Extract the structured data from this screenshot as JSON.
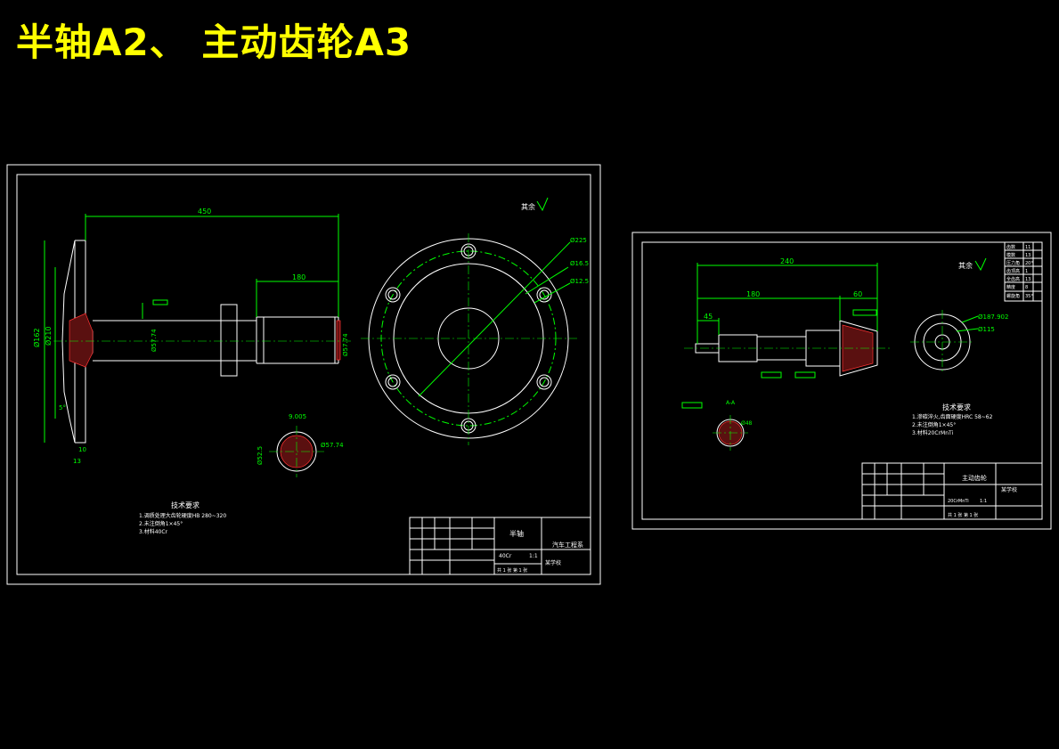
{
  "title": "半轴A2、 主动齿轮A3",
  "colors": {
    "background": "#000000",
    "title": "#ffff00",
    "frame": "#ffffff",
    "lines": "#00ff00",
    "hatch": "#ff3333"
  },
  "drawing1": {
    "dim_total": "450",
    "dim_spline": "180",
    "dim_d1": "Ø57.74",
    "dim_d2": "Ø57.74",
    "dim_flange": "Ø162",
    "dim_flange2": "Ø210",
    "dim_bolt_outer": "Ø225",
    "dim_bolt1": "Ø16.5",
    "dim_bolt2": "Ø12.5",
    "dim_sec_w": "9.005",
    "dim_sec_d1": "Ø57.74",
    "dim_sec_d2": "Ø52.5",
    "dim_t1": "10",
    "dim_t2": "13",
    "dim_ang": "5°",
    "roughness_rest": "其余",
    "tech_title": "技术要求",
    "tech_notes": [
      "1.调质处理大齿轮硬度HB 280~320",
      "2.未注倒角1×45°",
      "3.材料40Cr"
    ],
    "tb_part": "半轴",
    "tb_school": "某学校",
    "tb_dept": "汽车工程系",
    "tb_sheet": "共 1 张  第 1 张",
    "tb_material": "40Cr",
    "tb_scale": "1:1"
  },
  "drawing2": {
    "dim_total": "240",
    "dim_a": "180",
    "dim_b": "60",
    "dim_c": "45",
    "dim_big": "Ø187.902",
    "dim_small": "Ø115",
    "section_label": "A-A",
    "dim_sec": "Ø48",
    "roughness_rest": "其余",
    "tech_title": "技术要求",
    "tech_notes": [
      "1.渗碳淬火,齿面硬度HRC 58~62",
      "2.未注倒角1×45°",
      "3.材料20CrMnTi"
    ],
    "param_table": [
      [
        "齿数",
        "11"
      ],
      [
        "模数",
        "13"
      ],
      [
        "压力角",
        "20°"
      ],
      [
        "齿顶高",
        "1"
      ],
      [
        "全齿高",
        "13"
      ],
      [
        "精度",
        "8"
      ],
      [
        "螺旋角",
        "35°"
      ]
    ],
    "tb_part": "主动齿轮",
    "tb_school": "某学校",
    "tb_sheet": "共 1 张  第 1 张",
    "tb_material": "20CrMnTi",
    "tb_scale": "1:1"
  }
}
